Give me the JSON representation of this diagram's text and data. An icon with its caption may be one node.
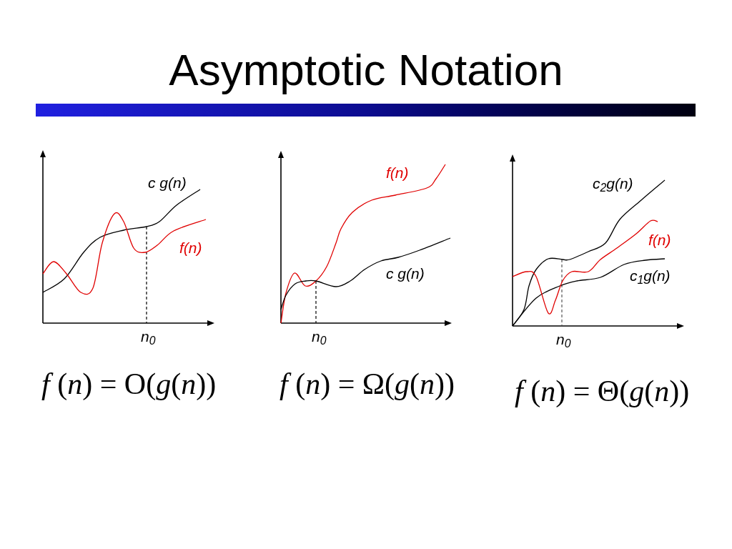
{
  "diagram": {
    "title": "Asymptotic Notation",
    "nodes": [
      {
        "text": [],
        "shape": "bar"
      }
    ],
    "labels": [
      "c g(n)",
      "f(n)",
      "n$_{0}$",
      "f(n)",
      "c g(n)",
      "n$_{0}$",
      "c$_{2}$g(n)",
      "f(n)",
      "c$_{1}$g(n)",
      "n$_{0}$",
      "*f* (*n*) = O(*g*(*n*))",
      "*f* (*n*) = Ω(*g*(*n*))",
      "*f* (*n*) = Θ(*g*(*n*))"
    ]
  }
}
